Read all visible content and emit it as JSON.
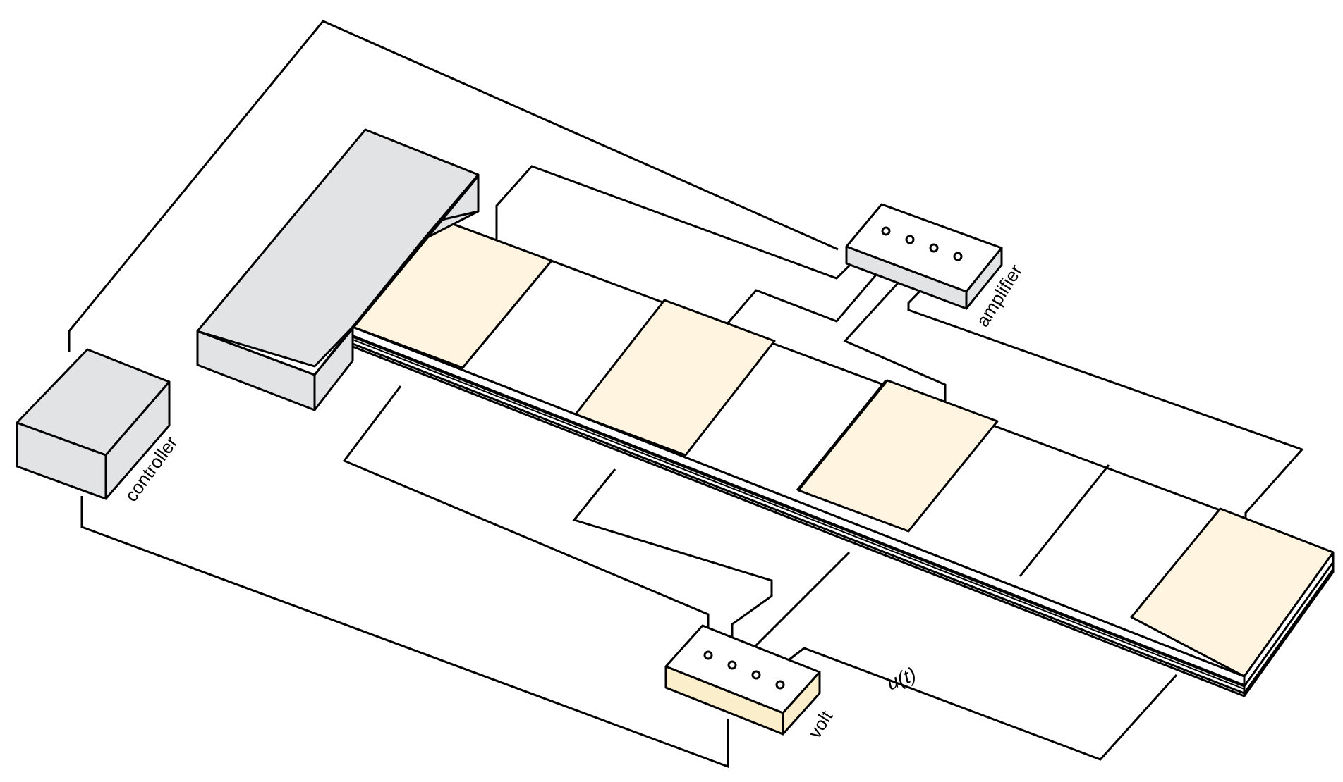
{
  "labels": {
    "controller": "controller",
    "amplifier": "amplifier",
    "volt": "volt",
    "signal": "u(t)"
  },
  "colors": {
    "box_gray_top": "#e2e3e5",
    "box_gray_side": "#e2e3e5",
    "patch_cream": "#fff4e0",
    "beam_layer_gray": "#e6e6e6",
    "volt_front": "#fbeecb",
    "line": "#000000"
  }
}
